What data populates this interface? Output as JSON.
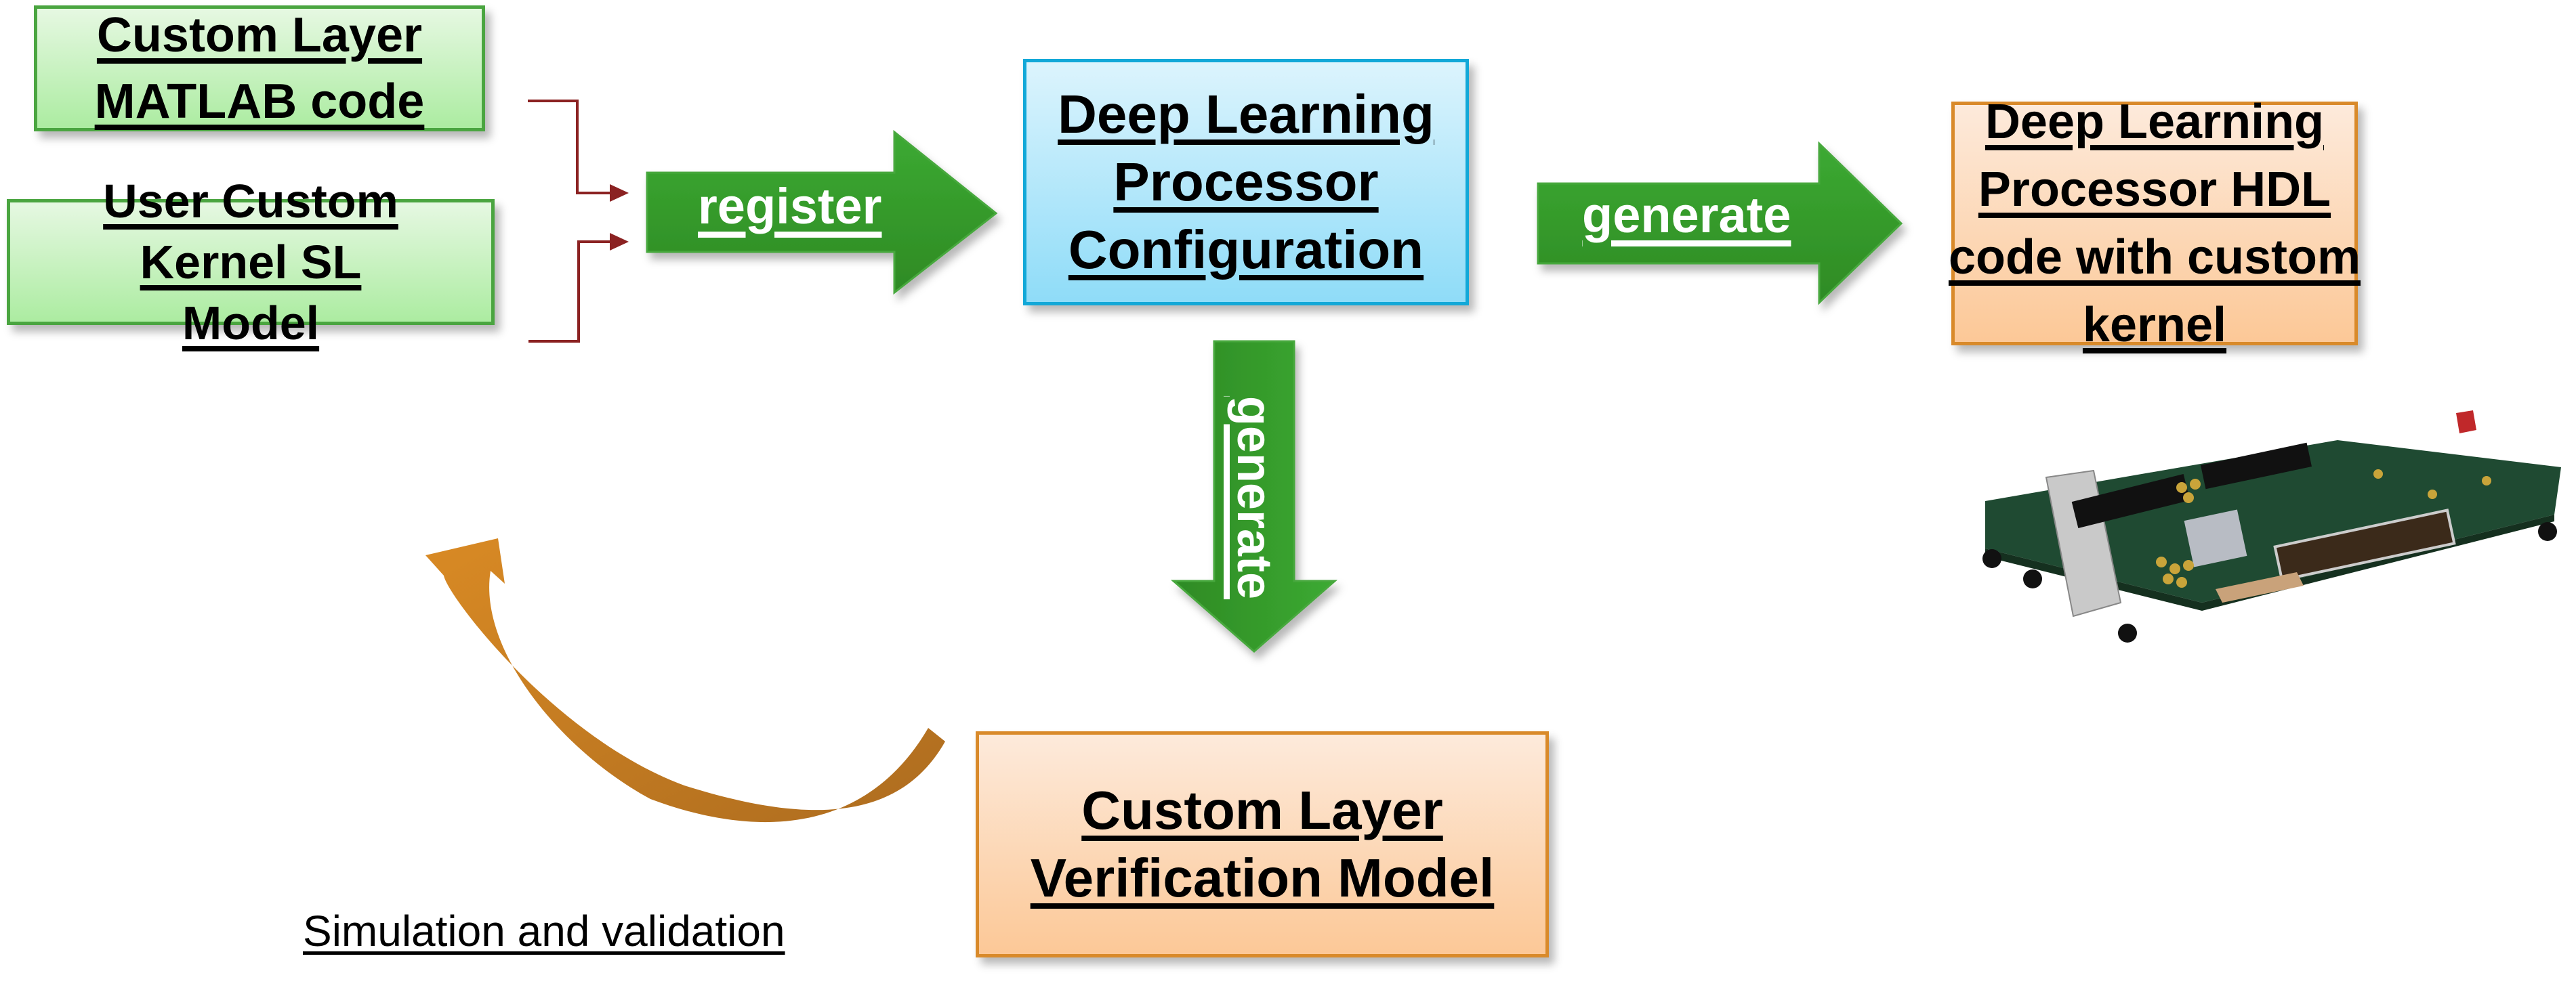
{
  "nodes": {
    "custom_layer_matlab": {
      "lines": [
        "Custom Layer",
        "MATLAB code"
      ],
      "color": "#aceca1"
    },
    "user_custom_kernel": {
      "lines": [
        "User Custom",
        "Kernel SL",
        "Model"
      ],
      "color": "#aceca1"
    },
    "dl_processor_config": {
      "lines": [
        "Deep Learning",
        "Processor",
        "Configuration"
      ],
      "color": "#8fdcf8"
    },
    "dl_processor_hdl": {
      "lines": [
        "Deep Learning",
        "Processor HDL",
        "code with custom",
        "kernel"
      ],
      "color": "#fcc897"
    },
    "verification_model": {
      "lines": [
        "Custom Layer",
        "Verification Model"
      ],
      "color": "#fcc897"
    }
  },
  "arrows": {
    "register": "register",
    "generate_right": "generate",
    "generate_down": "generate",
    "feedback_label": "Simulation and validation"
  },
  "colors": {
    "arrow_green": "#38a02e",
    "connector_red": "#8b2222",
    "feedback_orange": "#d88a24"
  },
  "image": {
    "fpga_board": "fpga-board-icon"
  }
}
